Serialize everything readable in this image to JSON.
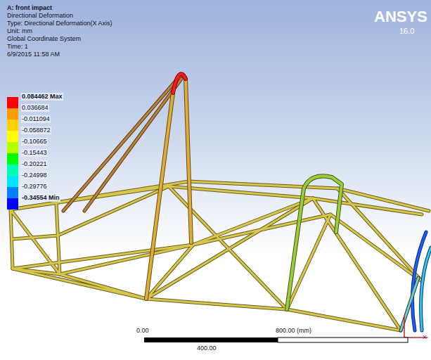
{
  "diagram": {
    "title": "A: front impact",
    "labels": [
      "Directional Deformation",
      "Type: Directional Deformation(X Axis)",
      "Unit: mm",
      "Global Coordinate System",
      "Time: 1",
      "6/9/2015 11:58 AM",
      "ANSYS",
      "16.0",
      "0.00",
      "800.00 (mm)",
      "400.00",
      "X"
    ],
    "legend": [
      {
        "text": "0.084462 Max",
        "color": "#ff0000"
      },
      {
        "text": "0.036684",
        "color": "#ff9a00"
      },
      {
        "text": "-0.011094",
        "color": "#ffd200"
      },
      {
        "text": "-0.058872",
        "color": "#ffff00"
      },
      {
        "text": "-0.10665",
        "color": "#b4ff00"
      },
      {
        "text": "-0.15443",
        "color": "#00ff00"
      },
      {
        "text": "-0.20221",
        "color": "#00ffb4"
      },
      {
        "text": "-0.24998",
        "color": "#00e4ff"
      },
      {
        "text": "-0.29776",
        "color": "#0080ff"
      },
      {
        "text": "-0.34554 Min",
        "color": "#0000ff"
      }
    ]
  }
}
